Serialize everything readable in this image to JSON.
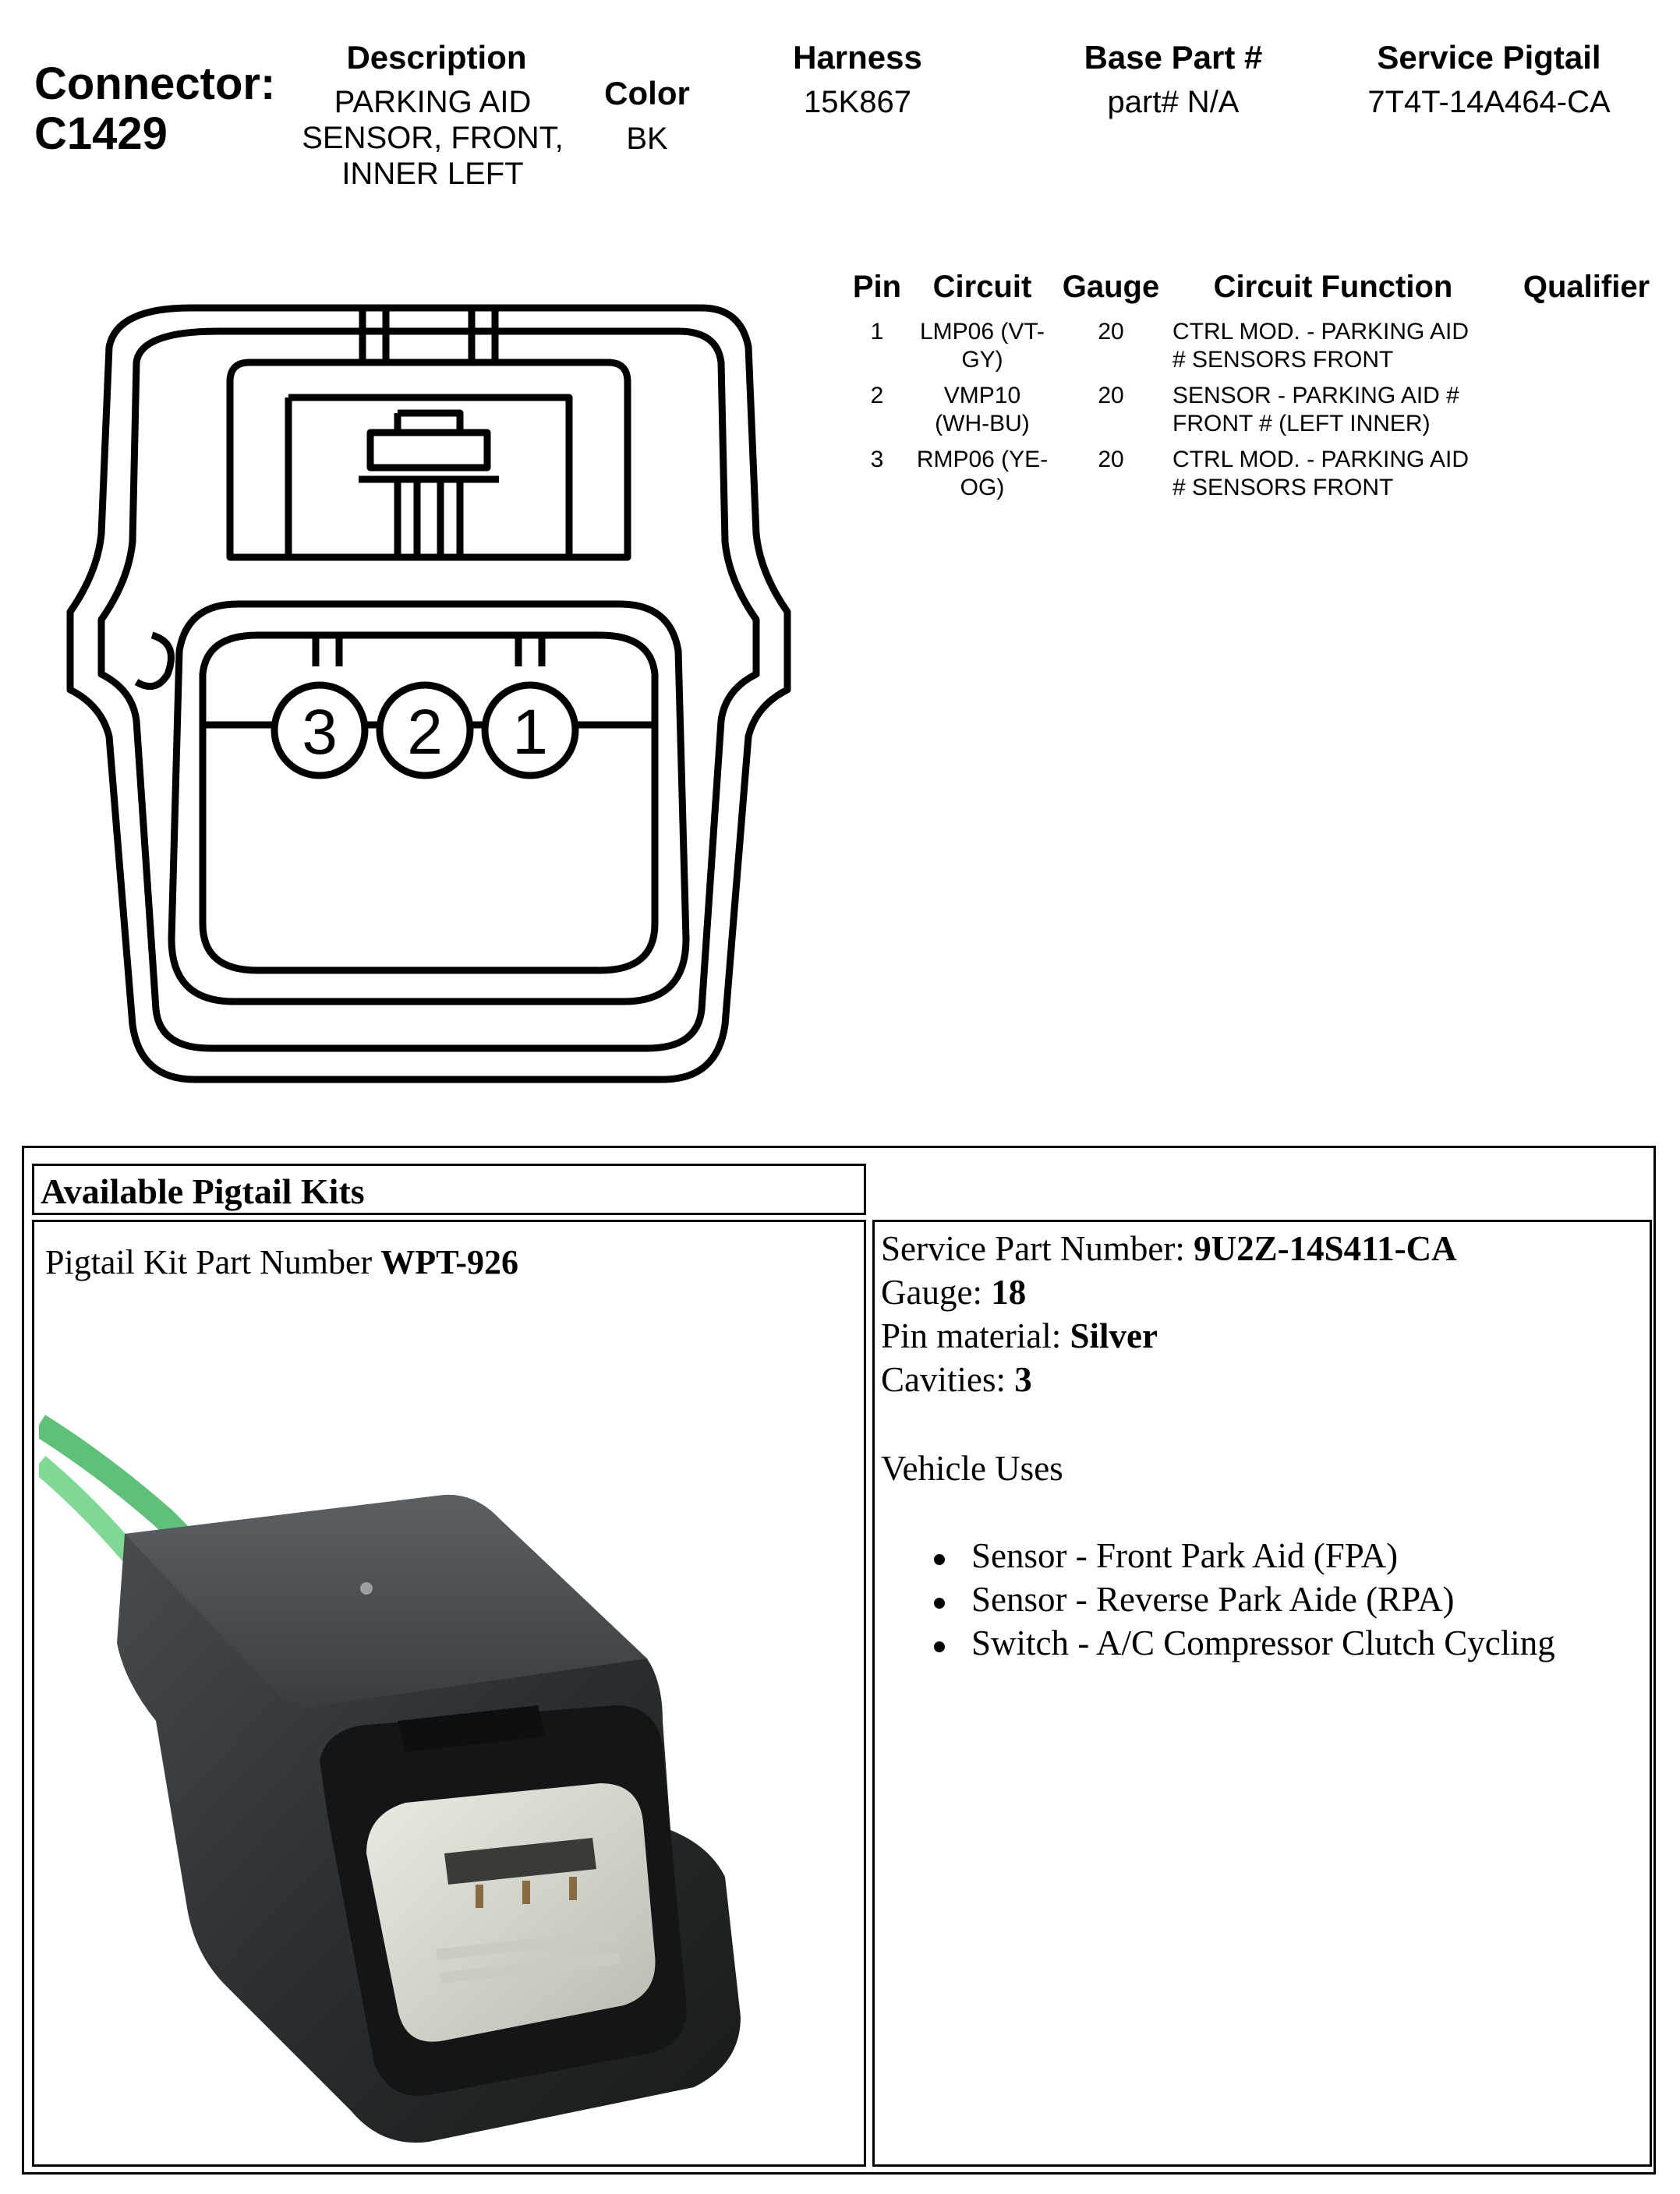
{
  "connector": {
    "label_line1": "Connector:",
    "label_line2": "C1429"
  },
  "header": {
    "description": {
      "title": "Description",
      "lines": [
        "PARKING AID",
        "SENSOR, FRONT,",
        "INNER LEFT"
      ]
    },
    "color": {
      "title": "Color",
      "value": "BK"
    },
    "harness": {
      "title": "Harness",
      "value": "15K867"
    },
    "base_part": {
      "title": "Base Part #",
      "value": "part# N/A"
    },
    "service_pigtail": {
      "title": "Service Pigtail",
      "value": "7T4T-14A464-CA"
    }
  },
  "pin_table": {
    "columns": [
      "Pin",
      "Circuit",
      "Gauge",
      "Circuit Function",
      "Qualifier"
    ],
    "rows": [
      {
        "pin": "1",
        "circuit": [
          "LMP06 (VT-",
          "GY)"
        ],
        "gauge": "20",
        "function": [
          "CTRL MOD. - PARKING AID",
          "# SENSORS FRONT"
        ]
      },
      {
        "pin": "2",
        "circuit": [
          "VMP10",
          "(WH-BU)"
        ],
        "gauge": "20",
        "function": [
          "SENSOR - PARKING AID #",
          "FRONT # (LEFT INNER)"
        ]
      },
      {
        "pin": "3",
        "circuit": [
          "RMP06 (YE-",
          "OG)"
        ],
        "gauge": "20",
        "function": [
          "CTRL MOD. - PARKING AID",
          "# SENSORS FRONT"
        ]
      }
    ]
  },
  "diagram": {
    "pin_labels": [
      "3",
      "2",
      "1"
    ]
  },
  "pigtail": {
    "heading": "Available Pigtail Kits",
    "kit_label": "Pigtail Kit Part Number ",
    "kit_number": "WPT-926",
    "specs": [
      {
        "label": "Service Part Number: ",
        "value": "9U2Z-14S411-CA"
      },
      {
        "label": "Gauge: ",
        "value": "18"
      },
      {
        "label": "Pin material: ",
        "value": "Silver"
      },
      {
        "label": "Cavities: ",
        "value": "3"
      }
    ],
    "uses_heading": "Vehicle Uses",
    "uses": [
      "Sensor - Front Park Aid (FPA)",
      "Sensor - Reverse Park Aide (RPA)",
      "Switch - A/C Compressor Clutch Cycling"
    ]
  }
}
